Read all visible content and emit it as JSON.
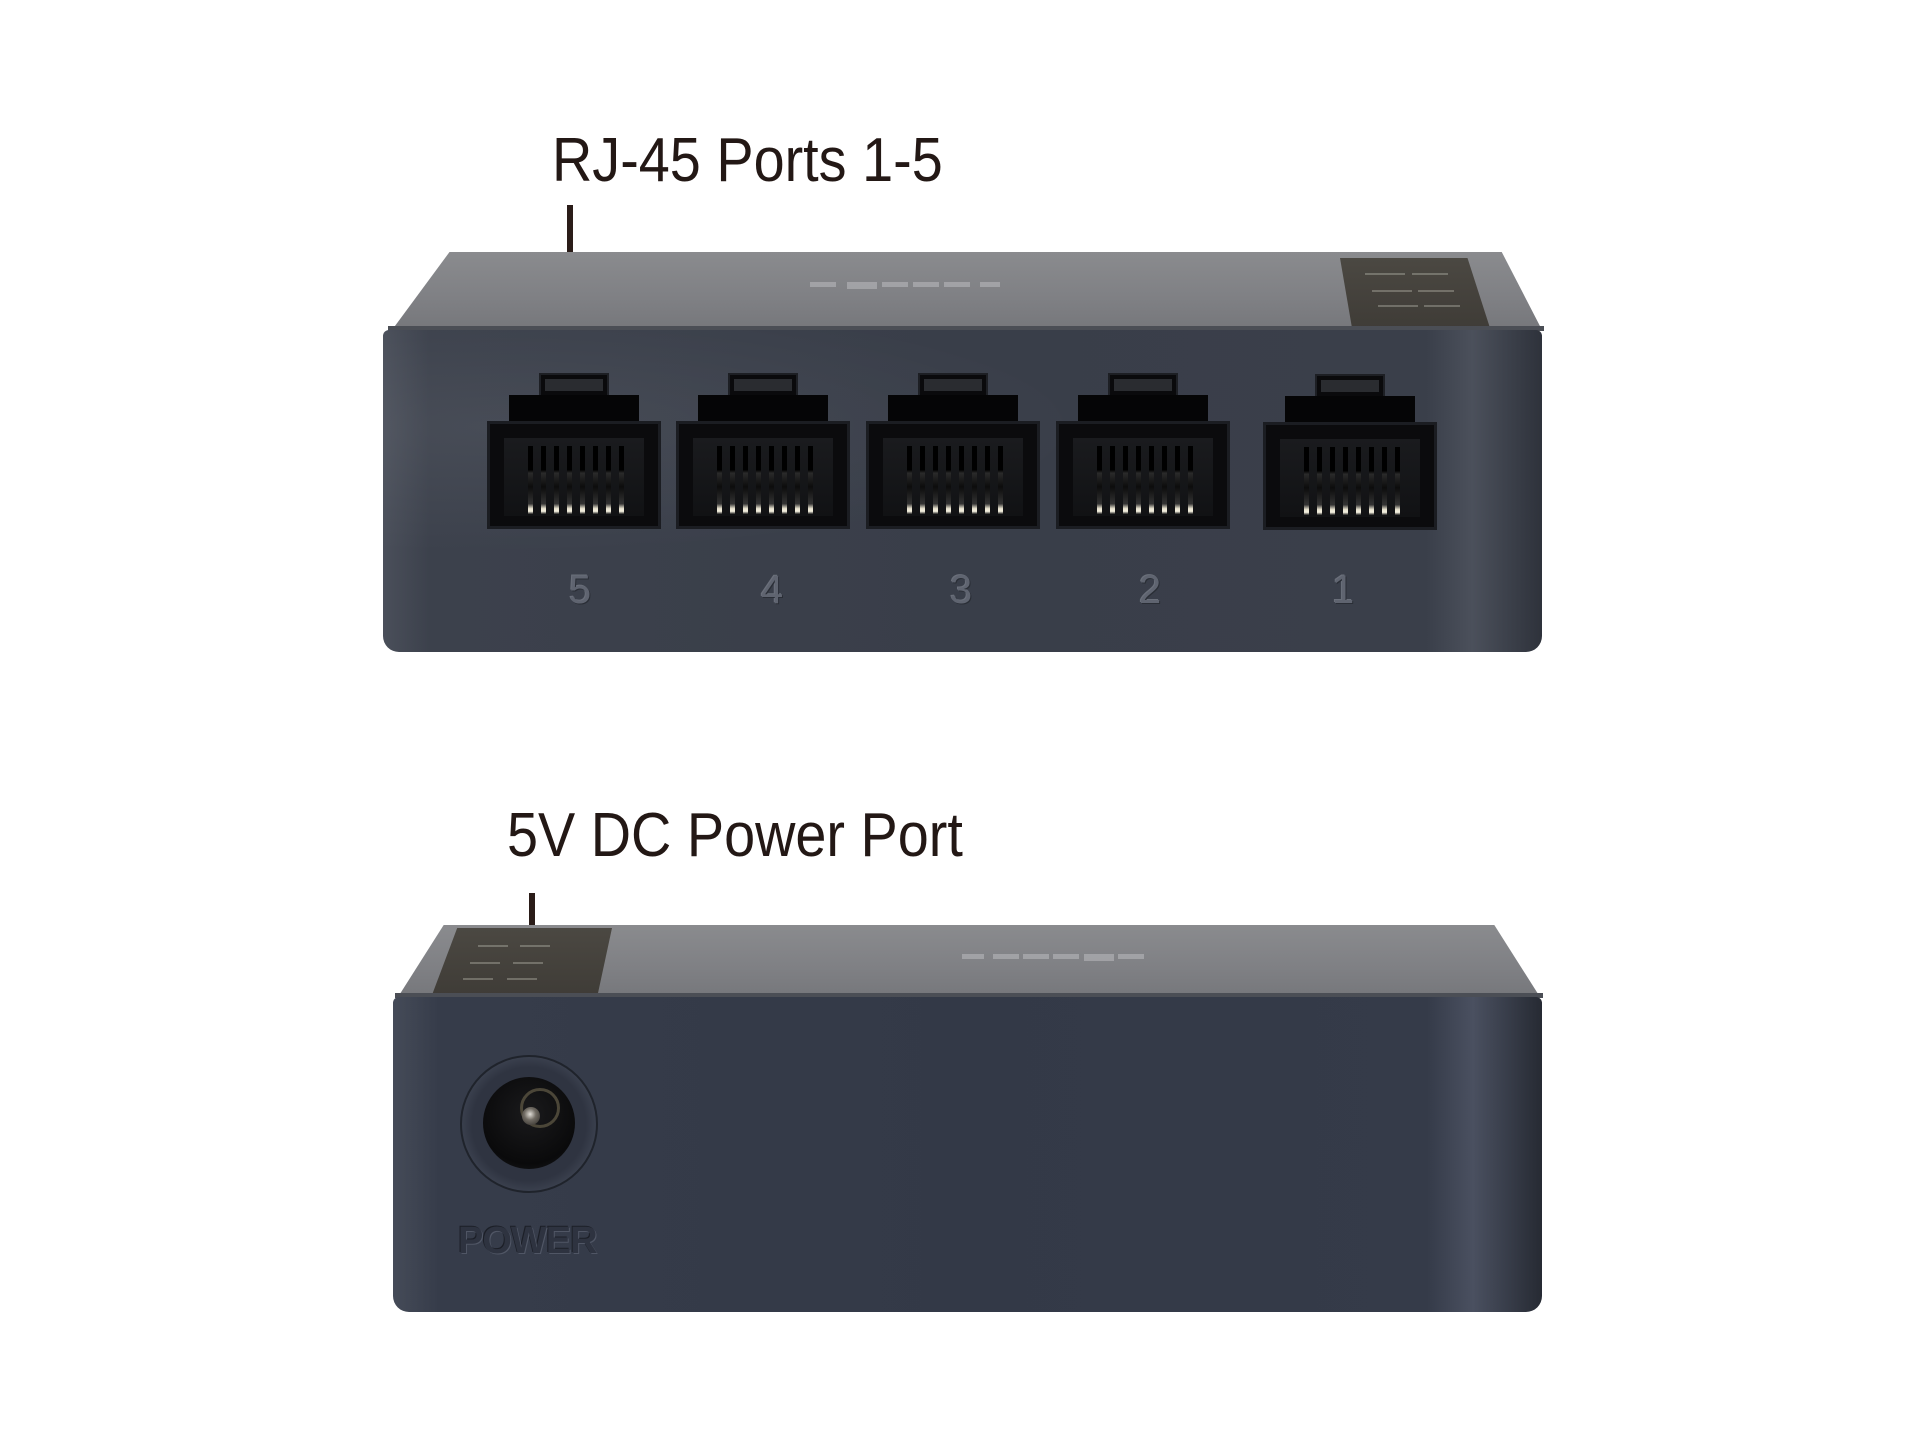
{
  "callouts": {
    "ports": "RJ-45 Ports 1-5",
    "power": "5V DC Power Port"
  },
  "front_view": {
    "ports": [
      {
        "label": "5"
      },
      {
        "label": "4"
      },
      {
        "label": "3"
      },
      {
        "label": "2"
      },
      {
        "label": "1"
      }
    ]
  },
  "rear_view": {
    "power_label": "POWER"
  },
  "colors": {
    "callout_text": "#231815",
    "top_surface": "#808185",
    "front_face": "#343a48",
    "background": "#ffffff"
  }
}
